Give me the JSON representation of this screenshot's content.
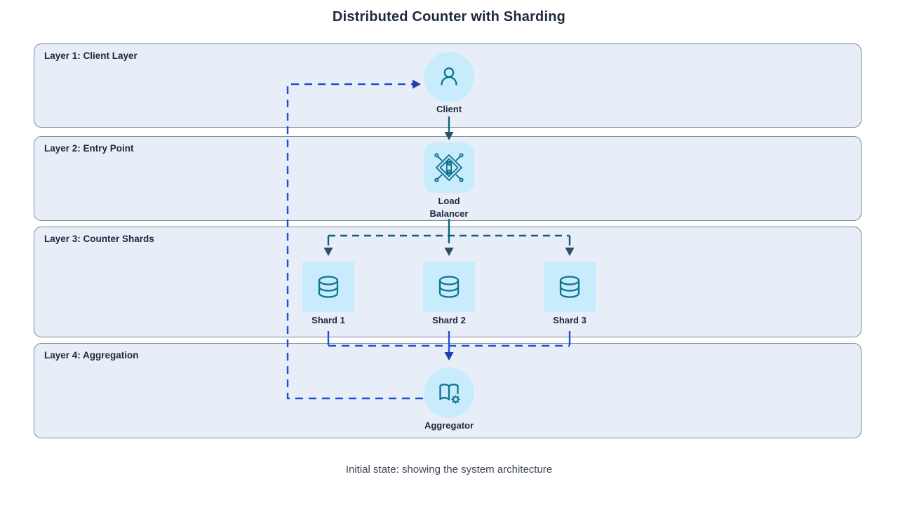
{
  "title": "Distributed Counter with Sharding",
  "caption": "Initial state: showing the system architecture",
  "layers": [
    {
      "label": "Layer 1: Client Layer"
    },
    {
      "label": "Layer 2: Entry Point"
    },
    {
      "label": "Layer 3: Counter Shards"
    },
    {
      "label": "Layer 4: Aggregation"
    }
  ],
  "nodes": {
    "client": {
      "label": "Client",
      "icon": "user-icon"
    },
    "load_balancer": {
      "label": "Load Balancer",
      "icon": "load-balancer-icon"
    },
    "shard1": {
      "label": "Shard 1",
      "icon": "database-icon"
    },
    "shard2": {
      "label": "Shard 2",
      "icon": "database-icon"
    },
    "shard3": {
      "label": "Shard 3",
      "icon": "database-icon"
    },
    "aggregator": {
      "label": "Aggregator",
      "icon": "book-gear-icon"
    }
  },
  "edges": [
    {
      "from": "Client",
      "to": "Load Balancer",
      "style": "solid-teal-arrow"
    },
    {
      "from": "Load Balancer",
      "to": "Shard 1",
      "style": "dashed-teal-arrow"
    },
    {
      "from": "Load Balancer",
      "to": "Shard 2",
      "style": "dashed-teal-arrow"
    },
    {
      "from": "Load Balancer",
      "to": "Shard 3",
      "style": "dashed-teal-arrow"
    },
    {
      "from": "Shard 1",
      "to": "Aggregator",
      "style": "dashed-blue"
    },
    {
      "from": "Shard 2",
      "to": "Aggregator",
      "style": "dashed-blue-arrow"
    },
    {
      "from": "Shard 3",
      "to": "Aggregator",
      "style": "dashed-blue"
    },
    {
      "from": "Aggregator",
      "to": "Client",
      "style": "dashed-blue-arrow"
    }
  ],
  "colors": {
    "layer_fill": "#e8eef8",
    "layer_border": "#7b8794",
    "node_fill": "#c9ecfd",
    "icon_stroke": "#0e7490",
    "edge_teal": "#0e627f",
    "edge_blue": "#1d4ed8",
    "arrowhead_teal": "#2d4f63",
    "arrowhead_blue": "#1e40af",
    "title_text": "#1e2a3b",
    "label_text": "#1e293b",
    "caption_text": "#3c4757"
  }
}
